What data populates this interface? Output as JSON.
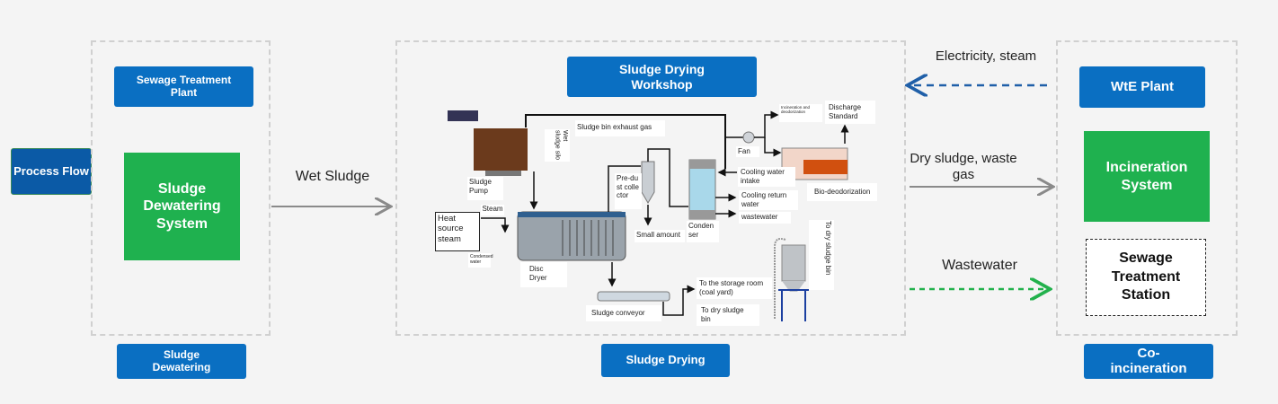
{
  "process_flow": "Process Flow",
  "left": {
    "top": "Sewage Treatment Plant",
    "main": "Sludge Dewatering System",
    "bottom": "Sludge Dewatering"
  },
  "wet_sludge": "Wet Sludge",
  "middle": {
    "top": "Sludge Drying Workshop",
    "bottom": "Sludge Drying",
    "labels": {
      "exhaust": "Sludge bin exhaust gas",
      "silo": "Wet sludge silo",
      "pump": "Sludge Pump",
      "steam": "Steam",
      "heat": "Heat source steam",
      "condensed": "Condensed water",
      "dryer": "Disc Dryer",
      "predust": "Pre-dust collector",
      "small": "Small amount",
      "condenser": "Condenser",
      "fan": "Fan",
      "incin": "Incineration and deodorization",
      "discharge": "Discharge Standard",
      "cool_in": "Cooling water intake",
      "cool_ret": "Cooling return water",
      "wastewater": "wastewater",
      "bio": "Bio-deodorization",
      "conveyor": "Sludge conveyor",
      "storage": "To the storage room (coal yard)",
      "bin1": "To dry sludge bin",
      "bin2": "To dry sludge bin"
    }
  },
  "flows": {
    "electricity": "Electricity, steam",
    "dry": "Dry sludge, waste gas",
    "wastewater": "Wastewater"
  },
  "right": {
    "top": "WtE Plant",
    "main": "Incineration System",
    "station": "Sewage Treatment Station",
    "bottom": "Co-incineration"
  },
  "colors": {
    "blue": "#0a6fc2",
    "green": "#1fb14f",
    "electricity_arrow": "#1f5fa8",
    "wastewater_arrow": "#22b14c",
    "dry_arrow": "#8a8a8a"
  }
}
